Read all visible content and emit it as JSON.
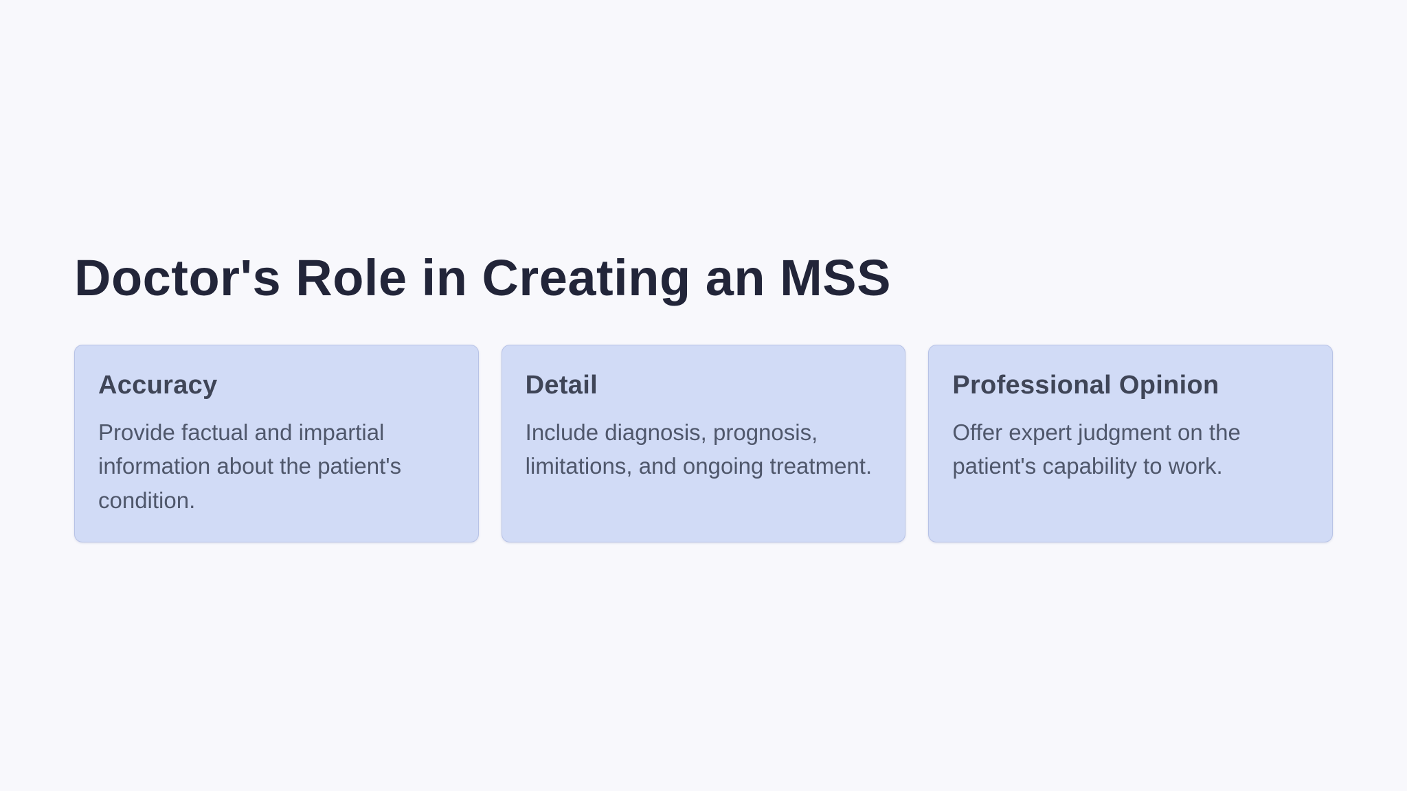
{
  "slide": {
    "title": "Doctor's Role in Creating an MSS"
  },
  "cards": [
    {
      "heading": "Accuracy",
      "body": "Provide factual and impartial information about the patient's condition."
    },
    {
      "heading": "Detail",
      "body": "Include diagnosis, prognosis, limitations, and ongoing treatment."
    },
    {
      "heading": "Professional Opinion",
      "body": "Offer expert judgment on the patient's capability to work."
    }
  ],
  "colors": {
    "page_background": "#f8f8fc",
    "card_background": "#d1dbf6",
    "card_border": "#b7c2e6",
    "title_text": "#222539",
    "card_heading_text": "#3f4557",
    "card_body_text": "#4f576b"
  }
}
